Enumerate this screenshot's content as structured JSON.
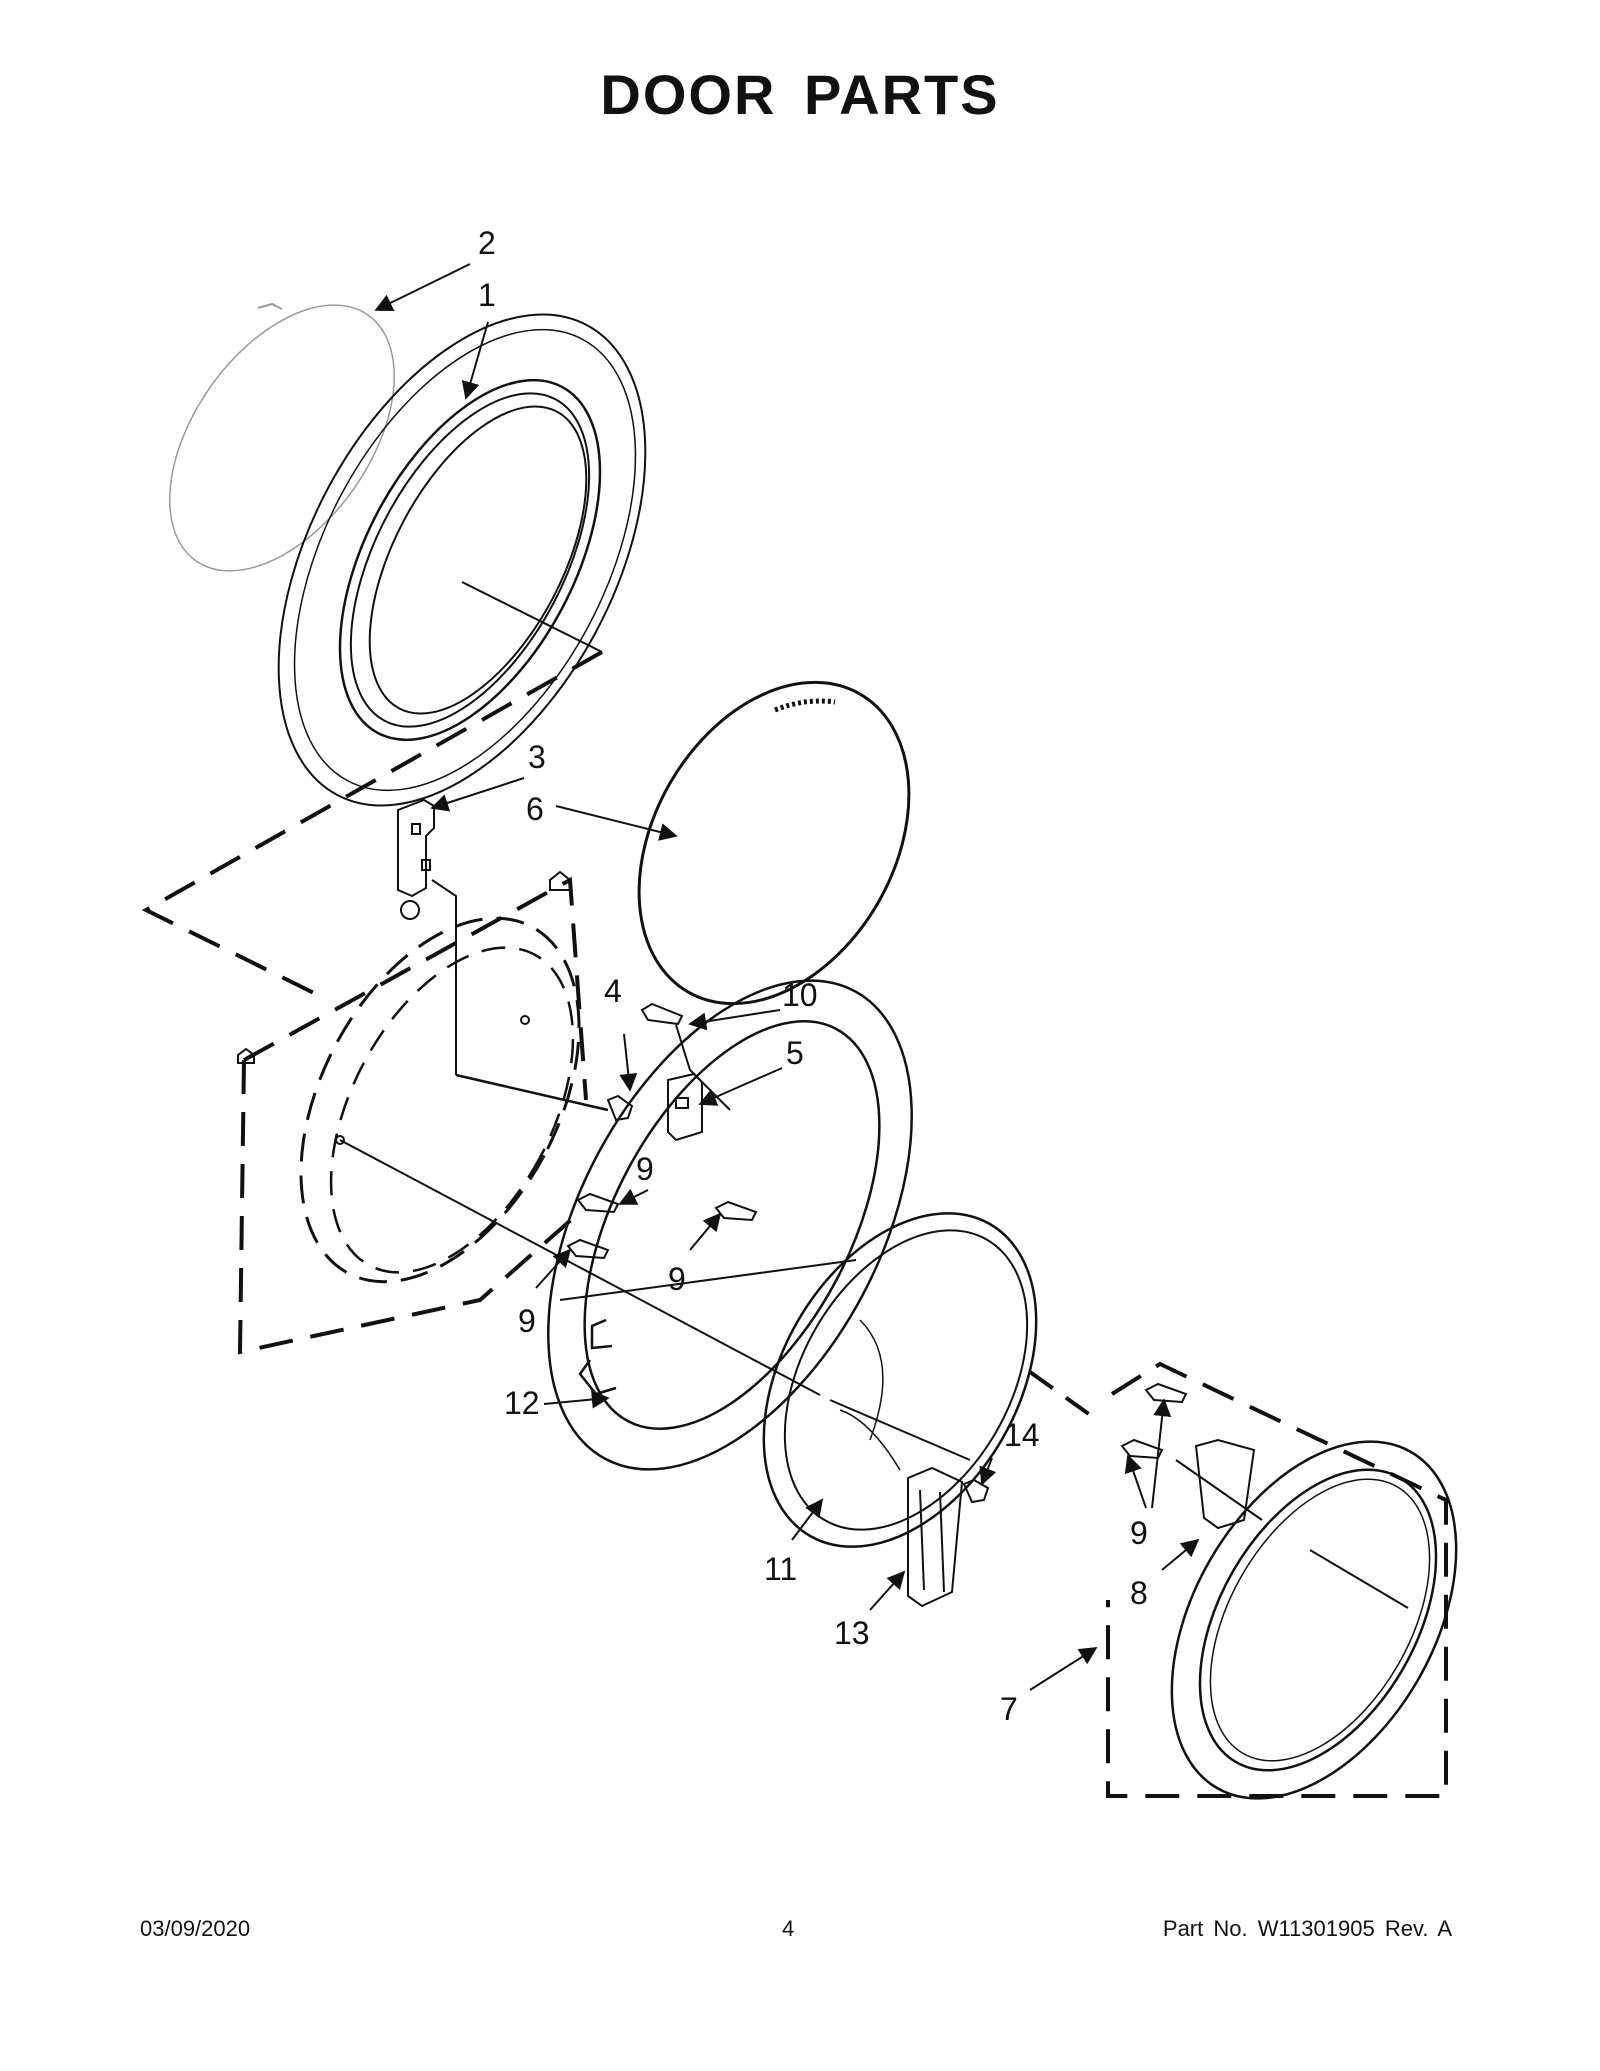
{
  "title": "DOOR PARTS",
  "callouts": {
    "c1": "1",
    "c2": "2",
    "c3": "3",
    "c4": "4",
    "c5": "5",
    "c6": "6",
    "c7": "7",
    "c8": "8",
    "c9a": "9",
    "c9b": "9",
    "c9c": "9",
    "c9d": "9",
    "c10": "10",
    "c11": "11",
    "c12": "12",
    "c13": "13",
    "c14": "14"
  },
  "footer": {
    "date": "03/09/2020",
    "page": "4",
    "part": "Part No.  W11301905  Rev.  A"
  }
}
